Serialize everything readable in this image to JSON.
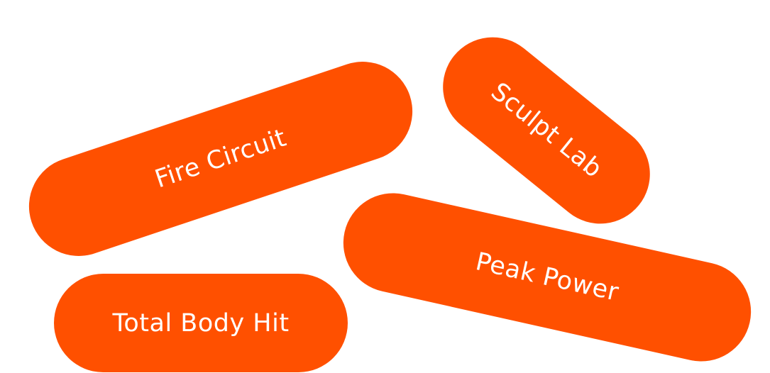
{
  "accent_color": "#FF5000",
  "text_color": "#FFFFFF",
  "tags": [
    {
      "label": "Fire Circuit",
      "rotation_deg": -18.5
    },
    {
      "label": "Sculpt Lab",
      "rotation_deg": 39
    },
    {
      "label": "Peak Power",
      "rotation_deg": 12.6
    },
    {
      "label": "Total Body Hit",
      "rotation_deg": 0
    }
  ]
}
